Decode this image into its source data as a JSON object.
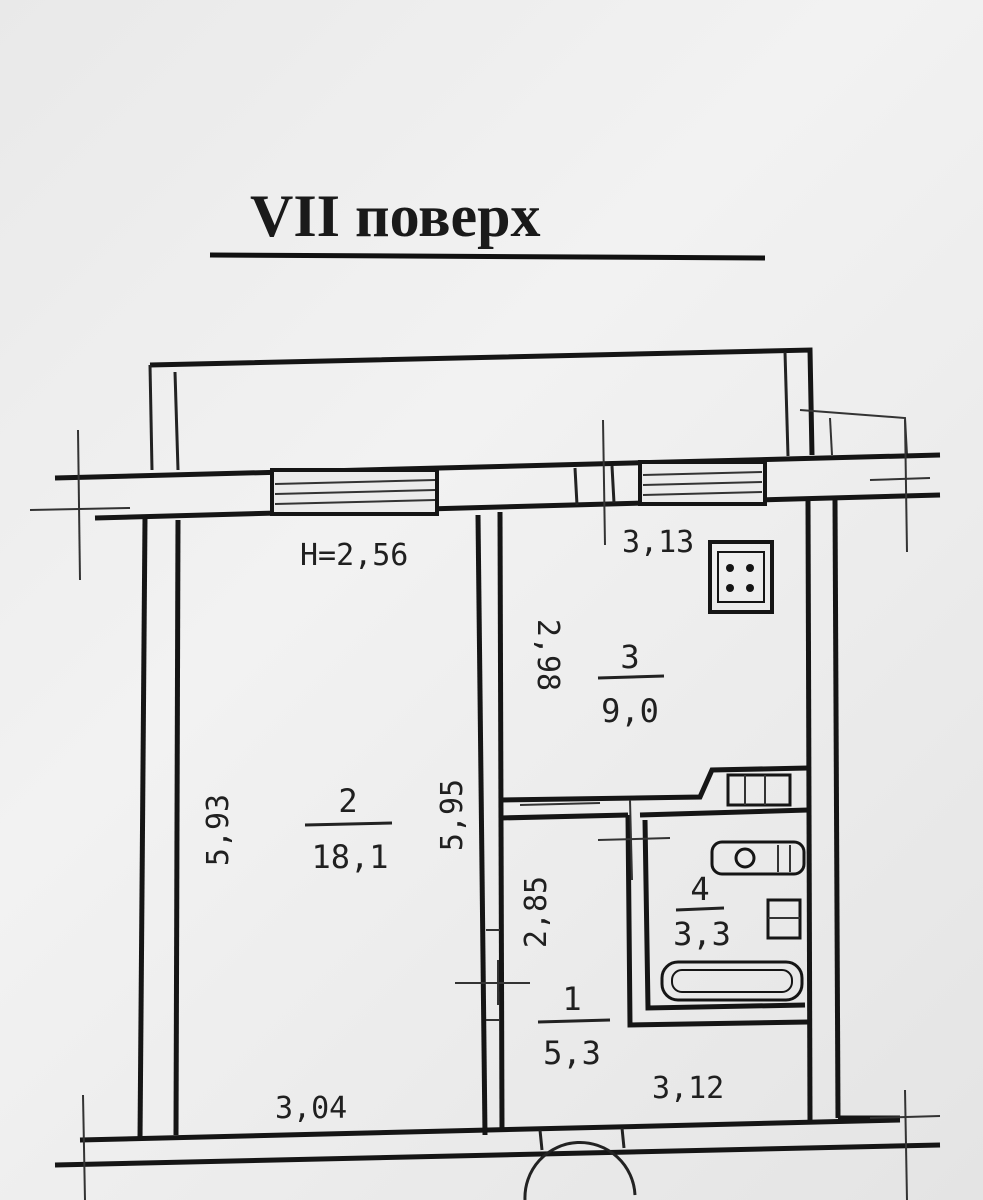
{
  "title": "VII  поверх",
  "ceiling_height": "H=2,56",
  "rooms": [
    {
      "number": "1",
      "area": "5,3"
    },
    {
      "number": "2",
      "area": "18,1"
    },
    {
      "number": "3",
      "area": "9,0"
    },
    {
      "number": "4",
      "area": "3,3"
    }
  ],
  "dimensions": {
    "room2_left_height": "5,93",
    "room2_right_height": "5,95",
    "room2_bottom_width": "3,04",
    "kitchen_top_width": "3,13",
    "kitchen_height": "2,98",
    "hall_height": "2,85",
    "hall_bottom_width": "3,12"
  }
}
